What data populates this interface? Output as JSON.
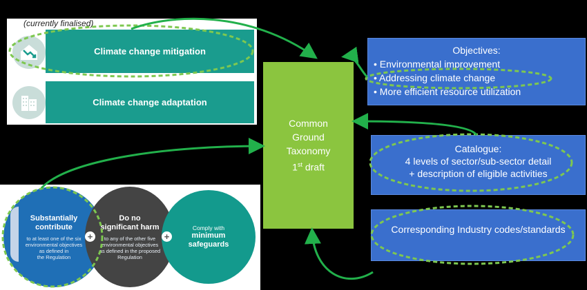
{
  "top_panel": {
    "note": "(currently finalised)",
    "mitigation": {
      "label": "Climate change mitigation",
      "icon": "climate-mitigation-icon"
    },
    "adaptation": {
      "label": "Climate change adaptation",
      "icon": "buildings-icon"
    }
  },
  "bottom_panel": {
    "contribute": {
      "title_line1": "Substantially",
      "title_line2": "contribute",
      "sub_line1": "to at least one of the six",
      "sub_line2": "environmental objectives",
      "sub_line3": "as defined in",
      "sub_line4": "the Regulation"
    },
    "harm": {
      "title_line1": "Do no",
      "title_line2": "significant harm",
      "sub_line1": "to any of the other five",
      "sub_line2": "environmental objectives",
      "sub_line3": "as defined in the proposed",
      "sub_line4": "Regulation"
    },
    "safeguards": {
      "line1": "Comply with",
      "title_line1": "minimum",
      "title_line2": "safeguards"
    },
    "plus": "+"
  },
  "center": {
    "line1": "Common",
    "line2": "Ground",
    "line3": "Taxonomy",
    "line4_num": "1",
    "line4_sup": "st",
    "line4_text": " draft"
  },
  "objectives": {
    "title": "Objectives:",
    "items": [
      "Environmental improvement",
      "Addressing climate change",
      "More efficient resource utilization"
    ]
  },
  "catalogue": {
    "title": "Catalogue:",
    "line1": "4 levels of sector/sub-sector detail",
    "line2": "+ description of eligible activities"
  },
  "codes": {
    "label": "Corresponding Industry codes/standards"
  },
  "colors": {
    "teal": "#1a9c8e",
    "blue_box": "#3a6fcd",
    "center_green": "#8bc53f",
    "dash_green": "#7ec850",
    "arrow_green": "#22b04b"
  }
}
